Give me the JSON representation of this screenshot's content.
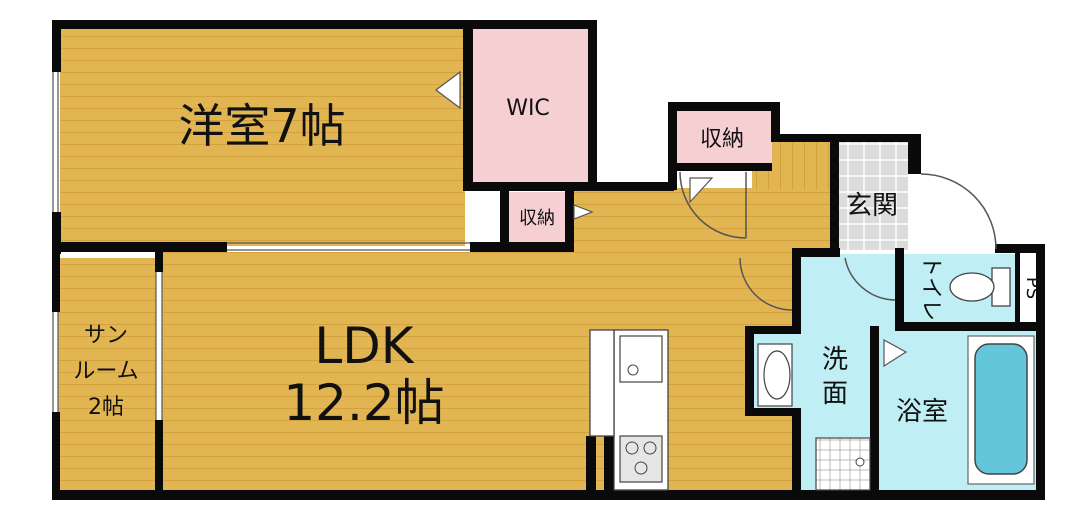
{
  "rooms": {
    "western_room": "洋室7帖",
    "wic": "WIC",
    "storage_bedroom": "収納",
    "storage_hall": "収納",
    "entrance": "玄関",
    "toilet": "トイレ",
    "ps": "PS",
    "ldk_name": "LDK",
    "ldk_size": "12.2帖",
    "sunroom_line1": "サン",
    "sunroom_line2": "ルーム",
    "sunroom_line3": "2帖",
    "washroom_line1": "洗",
    "washroom_line2": "面",
    "bathroom": "浴室"
  },
  "colors": {
    "wood_floor": "#e2b553",
    "wood_stripe": "#d3a23f",
    "closet_pink": "#f6cfd2",
    "wet_cyan": "#bfeef5",
    "entrance_tile": "#dcdcdc",
    "wall": "#0a0a0a",
    "bathtub": "#63c6da"
  }
}
